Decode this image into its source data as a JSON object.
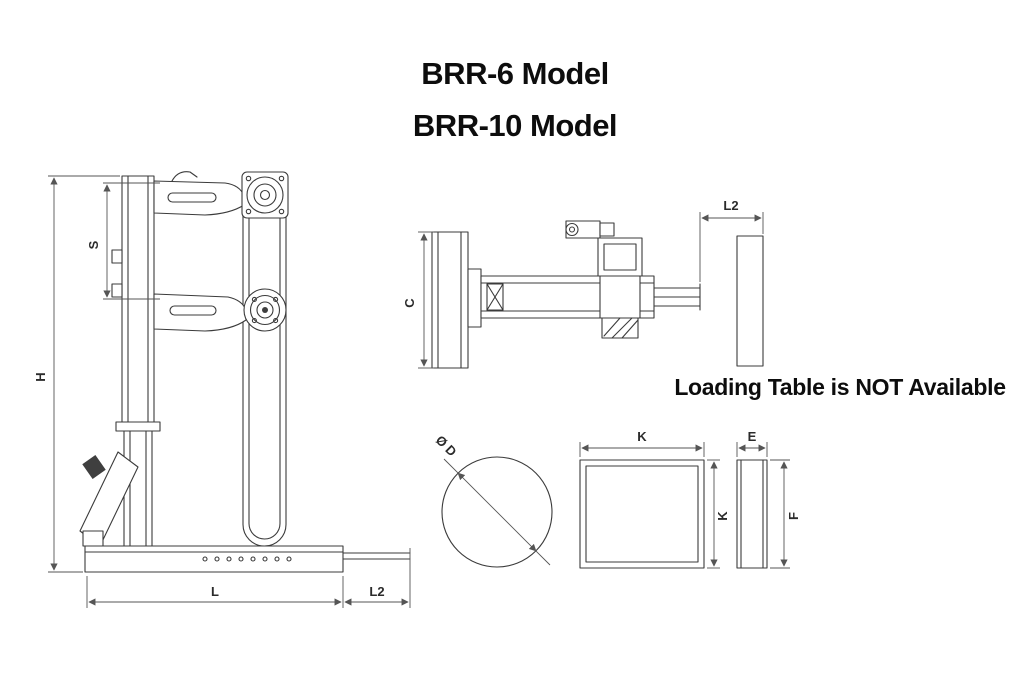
{
  "title": {
    "line1": "BRR-6 Model",
    "line2": "BRR-10 Model"
  },
  "note": "Loading Table is NOT Available",
  "labels": {
    "h": "H",
    "s": "S",
    "l": "L",
    "l2_side": "L2",
    "c": "C",
    "l2_top": "L2",
    "diameter": "Ø D",
    "k_top": "K",
    "k_right": "K",
    "e": "E",
    "f": "F"
  }
}
